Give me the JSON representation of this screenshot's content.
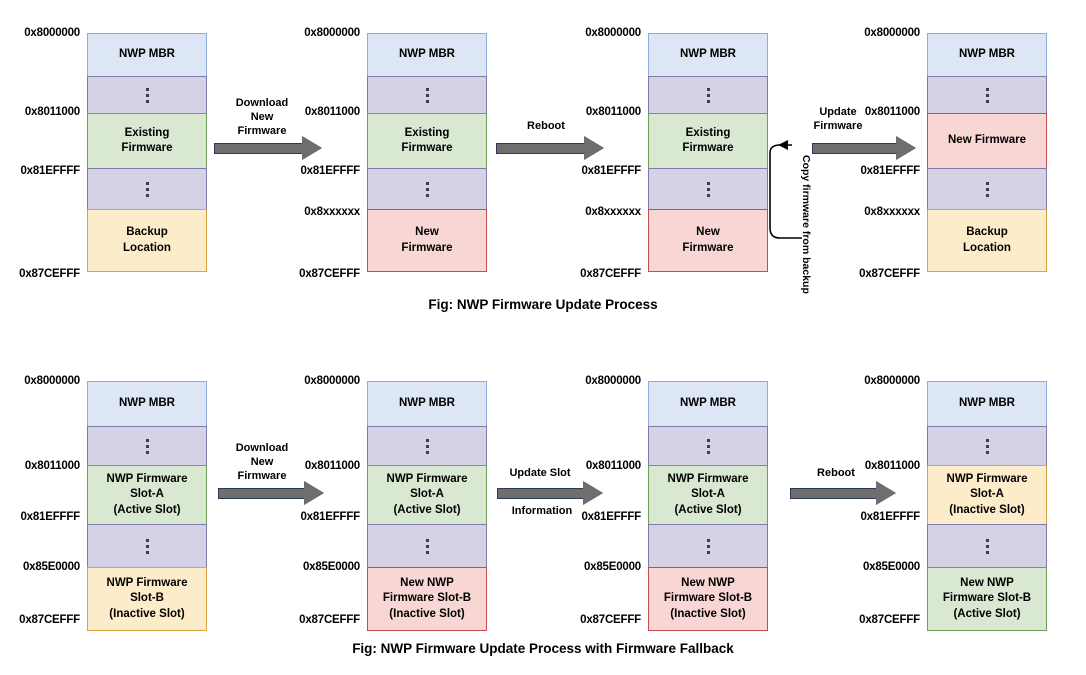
{
  "diagrams": [
    {
      "id": "nwp-firmware-update-process",
      "caption": "Fig: NWP Firmware Update Process",
      "columns": [
        {
          "addresses": [
            "0x8000000",
            "0x8011000",
            "0x81EFFFF",
            "0x87CEFFF"
          ],
          "blocks": [
            {
              "label": "NWP MBR",
              "color": "blue"
            },
            {
              "label": "",
              "color": "lavender",
              "ellipsis": true
            },
            {
              "label": "Existing Firmware",
              "lines": [
                "Existing",
                "Firmware"
              ],
              "color": "green"
            },
            {
              "label": "",
              "color": "lavender",
              "ellipsis": true,
              "dashed_bottom": true
            },
            {
              "label": "Backup Location",
              "lines": [
                "Backup",
                "Location"
              ],
              "color": "cream"
            }
          ]
        },
        {
          "addresses": [
            "0x8000000",
            "0x8011000",
            "0x81EFFFF",
            "0x8xxxxxx",
            "0x87CEFFF"
          ],
          "blocks": [
            {
              "label": "NWP MBR",
              "color": "blue"
            },
            {
              "label": "",
              "color": "lavender",
              "ellipsis": true
            },
            {
              "label": "Existing Firmware",
              "lines": [
                "Existing",
                "Firmware"
              ],
              "color": "green"
            },
            {
              "label": "",
              "color": "lavender",
              "ellipsis": true
            },
            {
              "label": "New Firmware",
              "lines": [
                "New",
                "Firmware"
              ],
              "color": "pink"
            }
          ]
        },
        {
          "addresses": [
            "0x8000000",
            "0x8011000",
            "0x81EFFFF",
            "0x8xxxxxx",
            "0x87CEFFF"
          ],
          "blocks": [
            {
              "label": "NWP MBR",
              "color": "blue"
            },
            {
              "label": "",
              "color": "lavender",
              "ellipsis": true
            },
            {
              "label": "Existing Firmware",
              "lines": [
                "Existing",
                "Firmware"
              ],
              "color": "green"
            },
            {
              "label": "",
              "color": "lavender",
              "ellipsis": true
            },
            {
              "label": "New Firmware",
              "lines": [
                "New",
                "Firmware"
              ],
              "color": "pink"
            }
          ]
        },
        {
          "addresses": [
            "0x8000000",
            "0x8011000",
            "0x81EFFFF",
            "0x8xxxxxx",
            "0x87CEFFF"
          ],
          "blocks": [
            {
              "label": "NWP MBR",
              "color": "blue"
            },
            {
              "label": "",
              "color": "lavender",
              "ellipsis": true
            },
            {
              "label": "New Firmware",
              "lines": [
                "New Firmware"
              ],
              "color": "pink"
            },
            {
              "label": "",
              "color": "lavender",
              "ellipsis": true,
              "dashed_bottom": true
            },
            {
              "label": "Backup Location",
              "lines": [
                "Backup",
                "Location"
              ],
              "color": "cream"
            }
          ]
        }
      ],
      "arrows": [
        {
          "label_lines": [
            "Download",
            "New",
            "Firmware"
          ]
        },
        {
          "label_lines": [
            "Reboot"
          ]
        },
        {
          "label_lines": [
            "Update",
            "Firmware"
          ]
        }
      ],
      "copy_arrow_label": "Copy firmware from backup"
    },
    {
      "id": "nwp-firmware-update-process-with-fallback",
      "caption": "Fig: NWP Firmware Update Process with Firmware Fallback",
      "columns": [
        {
          "addresses": [
            "0x8000000",
            "0x8011000",
            "0x81EFFFF",
            "0x85E0000",
            "0x87CEFFF"
          ],
          "blocks": [
            {
              "label": "NWP MBR",
              "color": "blue"
            },
            {
              "label": "",
              "color": "lavender",
              "ellipsis": true
            },
            {
              "label": "NWP Firmware Slot-A (Active Slot)",
              "lines": [
                "NWP Firmware",
                "Slot-A",
                "(Active Slot)"
              ],
              "color": "green"
            },
            {
              "label": "",
              "color": "lavender",
              "ellipsis": true
            },
            {
              "label": "NWP Firmware Slot-B (Inactive Slot)",
              "lines": [
                "NWP Firmware",
                "Slot-B",
                "(Inactive Slot)"
              ],
              "color": "cream"
            }
          ]
        },
        {
          "addresses": [
            "0x8000000",
            "0x8011000",
            "0x81EFFFF",
            "0x85E0000",
            "0x87CEFFF"
          ],
          "blocks": [
            {
              "label": "NWP MBR",
              "color": "blue"
            },
            {
              "label": "",
              "color": "lavender",
              "ellipsis": true
            },
            {
              "label": "NWP Firmware Slot-A (Active Slot)",
              "lines": [
                "NWP Firmware",
                "Slot-A",
                "(Active Slot)"
              ],
              "color": "green"
            },
            {
              "label": "",
              "color": "lavender",
              "ellipsis": true
            },
            {
              "label": "New NWP Firmware Slot-B (Inactive Slot)",
              "lines": [
                "New NWP",
                "Firmware Slot-B",
                "(Inactive Slot)"
              ],
              "color": "pink"
            }
          ]
        },
        {
          "addresses": [
            "0x8000000",
            "0x8011000",
            "0x81EFFFF",
            "0x85E0000",
            "0x87CEFFF"
          ],
          "blocks": [
            {
              "label": "NWP MBR",
              "color": "blue"
            },
            {
              "label": "",
              "color": "lavender",
              "ellipsis": true
            },
            {
              "label": "NWP Firmware Slot-A (Active Slot)",
              "lines": [
                "NWP Firmware",
                "Slot-A",
                "(Active Slot)"
              ],
              "color": "green"
            },
            {
              "label": "",
              "color": "lavender",
              "ellipsis": true
            },
            {
              "label": "New NWP Firmware Slot-B (Inactive Slot)",
              "lines": [
                "New NWP",
                "Firmware Slot-B",
                "(Inactive Slot)"
              ],
              "color": "pink"
            }
          ]
        },
        {
          "addresses": [
            "0x8000000",
            "0x8011000",
            "0x81EFFFF",
            "0x85E0000",
            "0x87CEFFF"
          ],
          "blocks": [
            {
              "label": "NWP MBR",
              "color": "blue"
            },
            {
              "label": "",
              "color": "lavender",
              "ellipsis": true
            },
            {
              "label": "NWP Firmware Slot-A (Inactive Slot)",
              "lines": [
                "NWP Firmware",
                "Slot-A",
                "(Inactive Slot)"
              ],
              "color": "cream"
            },
            {
              "label": "",
              "color": "lavender",
              "ellipsis": true
            },
            {
              "label": "New NWP Firmware Slot-B (Active Slot)",
              "lines": [
                "New NWP",
                "Firmware Slot-B",
                "(Active Slot)"
              ],
              "color": "green"
            }
          ]
        }
      ],
      "arrows": [
        {
          "label_lines": [
            "Download",
            "New",
            "Firmware"
          ]
        },
        {
          "label_above": "Update Slot",
          "label_below": "Information"
        },
        {
          "label_lines": [
            "Reboot"
          ]
        }
      ]
    }
  ],
  "colors": {
    "mbr_fill": "#dce6f5",
    "gap_fill": "#d5d2e6",
    "active_fill": "#d9e8d1",
    "backup_fill": "#fdecc9",
    "new_fill": "#f8d6d3",
    "arrow_fill": "#6e6e6e",
    "arrow_stroke": "#2b3a55",
    "text": "#000000"
  },
  "labels": {
    "d1": {
      "addr_top": "0x8000000",
      "addr_mid": "0x8011000",
      "addr_end_mid": "0x81EFFFF",
      "addr_xxx": "0x8xxxxxx",
      "addr_bottom": "0x87CEFFF"
    },
    "d2": {
      "addr_top": "0x8000000",
      "addr_mid": "0x8011000",
      "addr_end_mid": "0x81EFFFF",
      "addr_slotb": "0x85E0000",
      "addr_bottom": "0x87CEFFF"
    }
  }
}
